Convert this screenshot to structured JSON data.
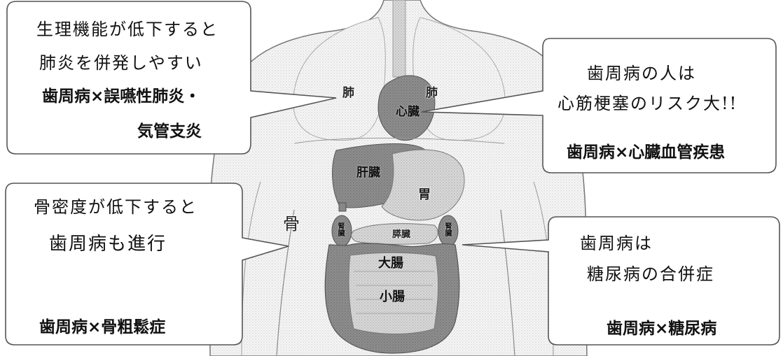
{
  "bubbles": {
    "lung": {
      "note_line1": "生理機能が低下すると",
      "note_line2": "肺炎を併発しやすい",
      "title_line1": "歯周病×誤嚥性肺炎・",
      "title_line2": "気管支炎"
    },
    "heart": {
      "note_line1": "歯周病の人は",
      "note_line2": "心筋梗塞のリスク大!!",
      "title": "歯周病×心臓血管疾患"
    },
    "bone": {
      "note_line1": "骨密度が低下すると",
      "note_line2": "歯周病も進行",
      "title": "歯周病×骨粗鬆症"
    },
    "diabetes": {
      "note_line1": "歯周病は",
      "note_line2": "糖尿病の合併症",
      "title": "歯周病×糖尿病"
    }
  },
  "organs": {
    "lung_left": "肺",
    "lung_right": "肺",
    "heart": "心臓",
    "liver": "肝臓",
    "stomach": "胃",
    "pancreas": "膵臓",
    "kidney_left": "腎臓",
    "kidney_right": "腎臓",
    "large_intestine": "大腸",
    "small_intestine": "小腸",
    "bone": "骨"
  }
}
